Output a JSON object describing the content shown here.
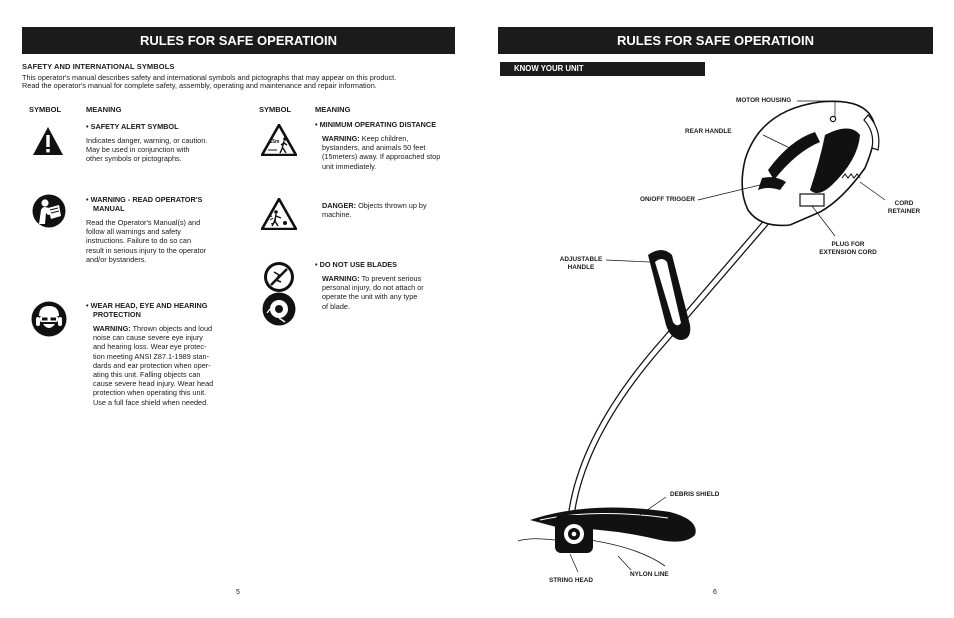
{
  "left_page": {
    "banner": "RULES FOR SAFE OPERATIOIN",
    "section_title": "SAFETY AND INTERNATIONAL SYMBOLS",
    "intro": [
      "This operator's manual describes safety and international symbols and pictographs that may appear on this product.",
      "Read the operator's manual for complete safety, assembly, operating and maintenance and repair information."
    ],
    "col_symbol": "SYMBOL",
    "col_meaning": "MEANING",
    "left_entries": [
      {
        "icon": "safety-alert-triangle",
        "title": "• SAFETY ALERT SYMBOL",
        "lines": [
          "Indicates danger, warning, or caution.",
          "May be used in conjunction with",
          "other symbols or pictographs."
        ]
      },
      {
        "icon": "read-manual",
        "title": "• WARNING - READ OPERATOR'S",
        "title2": "MANUAL",
        "lines": [
          "Read the Operator's Manual(s) and",
          "follow all warnings and safety",
          "instructions. Failure to do so can",
          "result in serious injury to the operator",
          "and/or bystanders."
        ]
      },
      {
        "icon": "head-eye-hearing-protection",
        "title": "• WEAR HEAD, EYE AND HEARING",
        "title2": "PROTECTION",
        "warn": "WARNING:",
        "first_rest": " Thrown objects and loud",
        "lines": [
          "noise can cause severe eye injury",
          "and hearing loss. Wear eye protec-",
          "tion meeting ANSI Z87.1-1989 stan-",
          "dards and ear protection when oper-",
          "ating this unit. Falling objects can",
          "cause severe head injury.  Wear head",
          "protection when operating this unit.",
          "Use a full face shield when needed."
        ]
      }
    ],
    "right_entries": [
      {
        "icon": "minimum-distance-triangle",
        "title": "• MINIMUM OPERATING DISTANCE",
        "warn": "WARNING:",
        "first_rest": " Keep children,",
        "lines": [
          "bystanders, and animals 50 feet",
          "(15meters) away. If approached stop",
          "unit immediately."
        ]
      },
      {
        "icon": "thrown-objects-triangle",
        "warn": "DANGER:",
        "first_rest": " Objects thrown up by",
        "lines": [
          "machine."
        ]
      },
      {
        "icon": "no-blades",
        "title": "• DO NOT USE BLADES",
        "warn": "WARNING:",
        "first_rest": " To prevent serious",
        "lines": [
          "personal injury, do not attach or",
          "operate the unit with any type",
          "of blade."
        ]
      }
    ],
    "page_number": "5"
  },
  "right_page": {
    "banner": "RULES FOR SAFE OPERATIOIN",
    "subheader": "KNOW YOUR UNIT",
    "labels": {
      "motor_housing": "MOTOR HOUSING",
      "rear_handle": "REAR HANDLE",
      "on_off_trigger": "ON/OFF TRIGGER",
      "cord_retainer_1": "CORD",
      "cord_retainer_2": "RETAINER",
      "plug_1": "PLUG FOR",
      "plug_2": "EXTENSION CORD",
      "adjustable_1": "ADJUSTABLE",
      "adjustable_2": "HANDLE",
      "debris_shield": "DEBRIS SHIELD",
      "nylon_line": "NYLON LINE",
      "string_head": "STRING HEAD"
    },
    "page_number": "6"
  }
}
